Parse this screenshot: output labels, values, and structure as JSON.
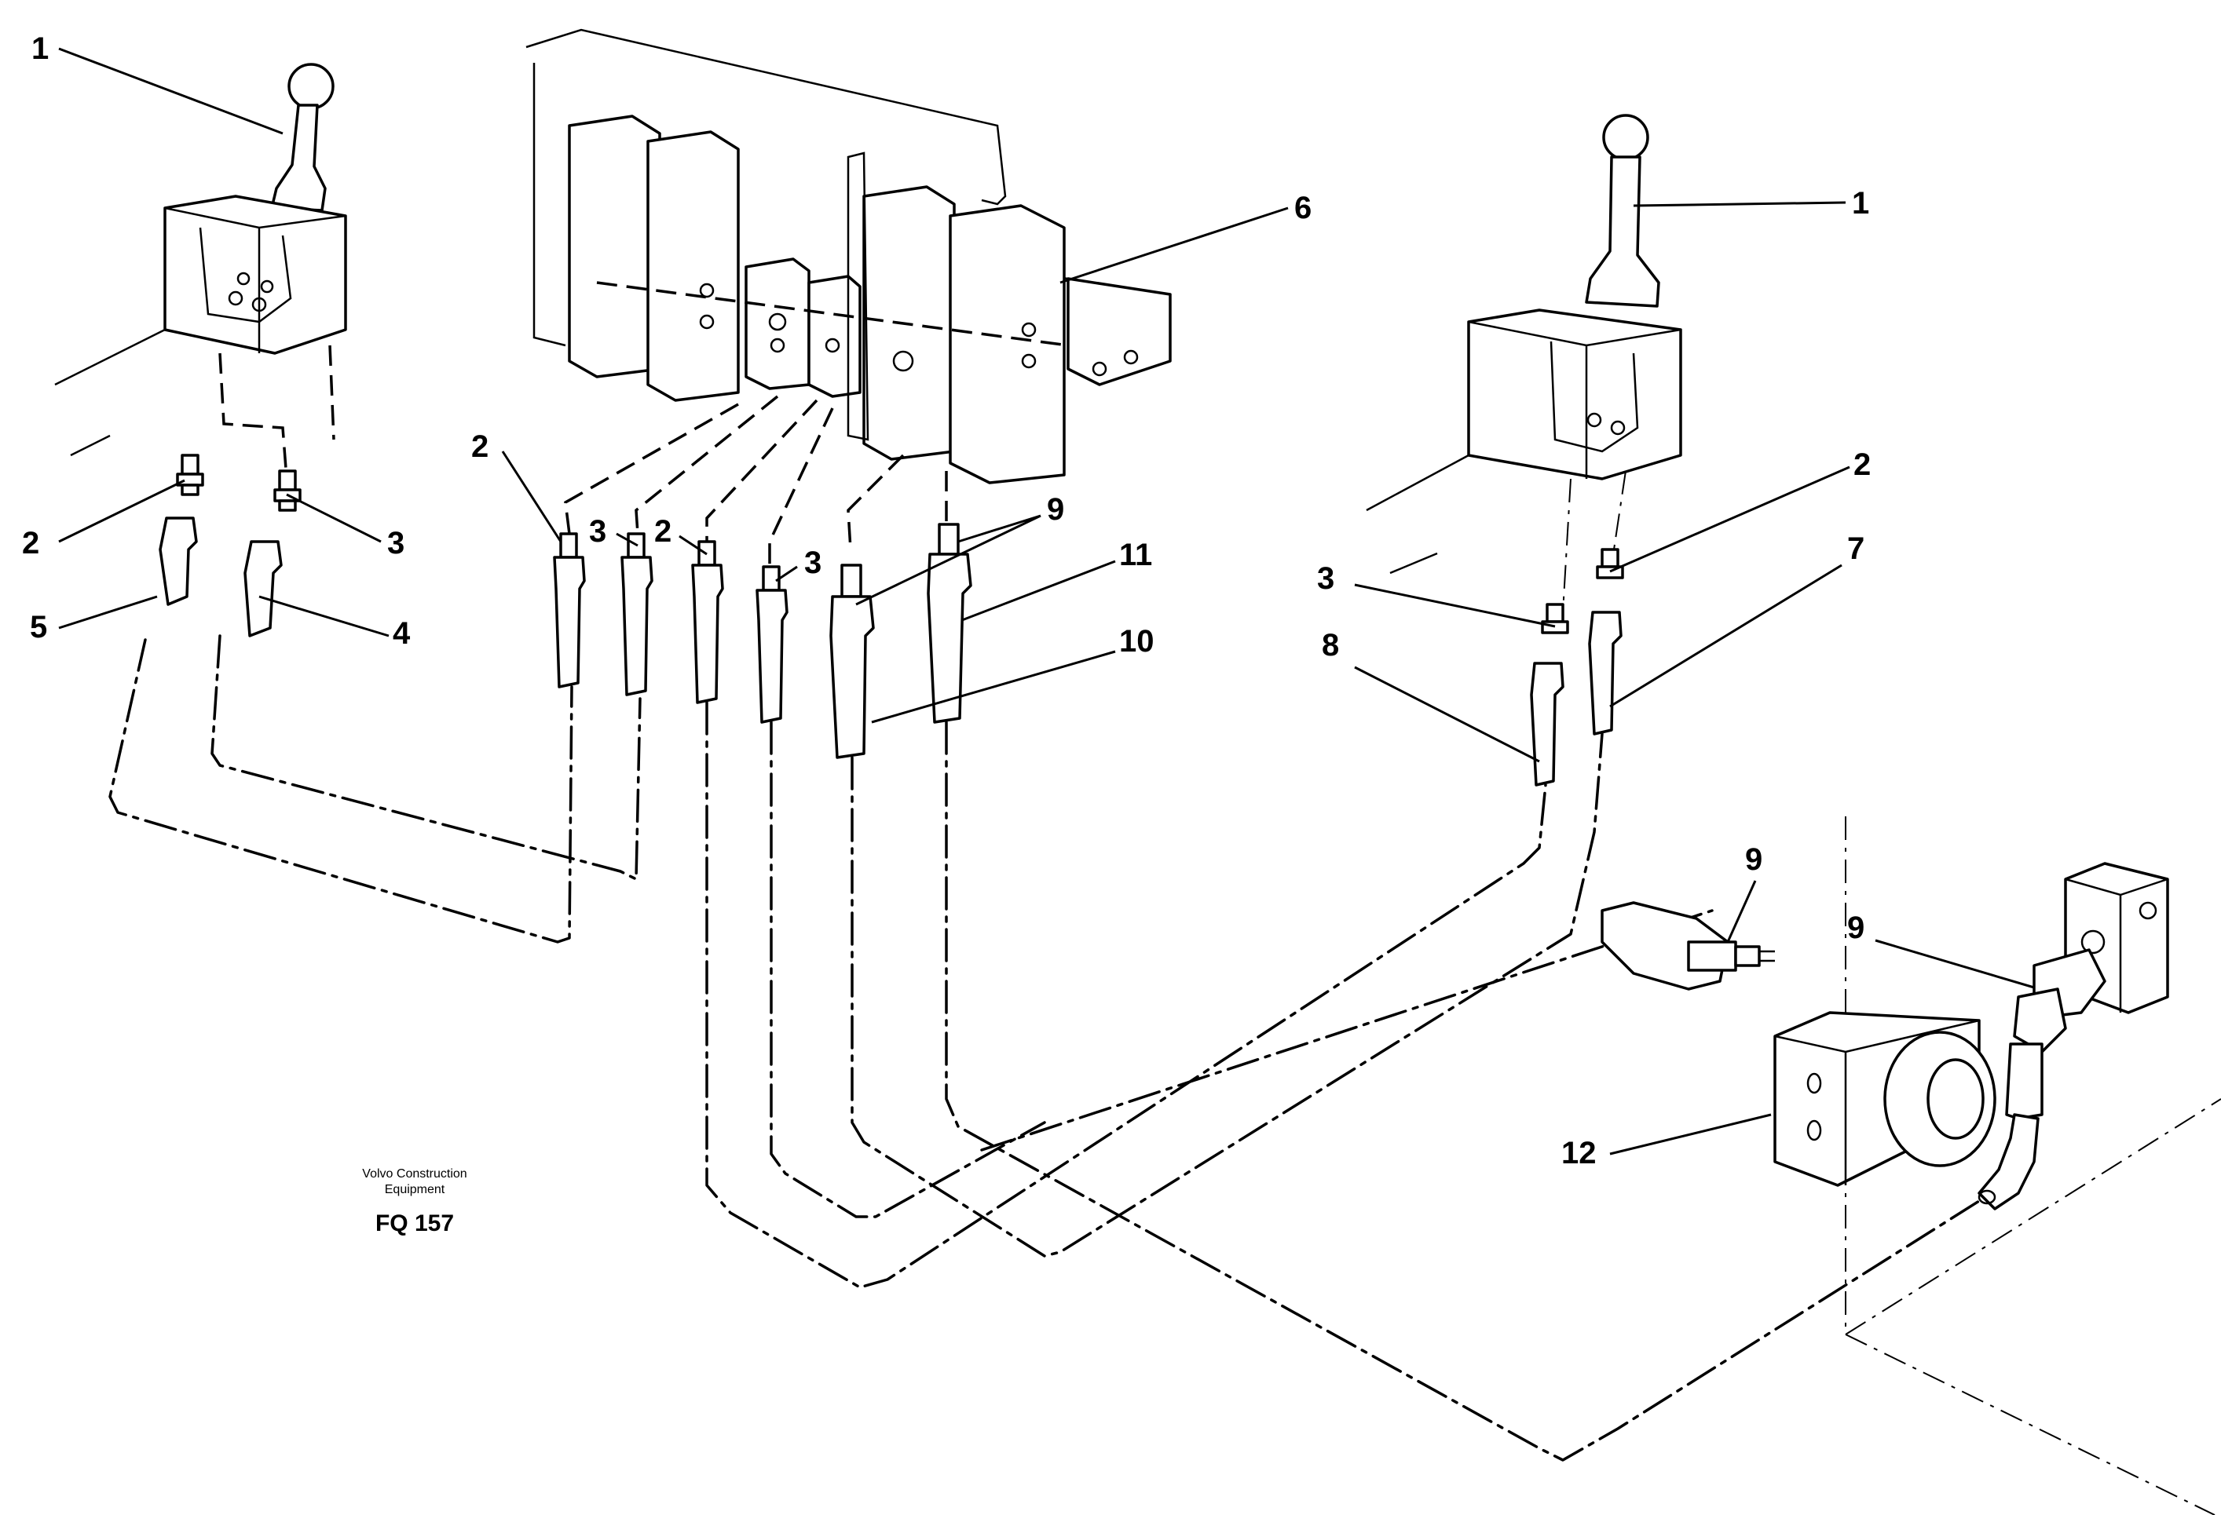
{
  "caption": {
    "company_line1": "Volvo Construction",
    "company_line2": "Equipment",
    "figure_code": "FQ 157"
  },
  "callouts": [
    {
      "id": "c1a",
      "label": "1"
    },
    {
      "id": "c1b",
      "label": "1"
    },
    {
      "id": "c2a",
      "label": "2"
    },
    {
      "id": "c2b",
      "label": "2"
    },
    {
      "id": "c2c",
      "label": "2"
    },
    {
      "id": "c2d",
      "label": "2"
    },
    {
      "id": "c3a",
      "label": "3"
    },
    {
      "id": "c3b",
      "label": "3"
    },
    {
      "id": "c3c",
      "label": "3"
    },
    {
      "id": "c3d",
      "label": "3"
    },
    {
      "id": "c4",
      "label": "4"
    },
    {
      "id": "c5",
      "label": "5"
    },
    {
      "id": "c6",
      "label": "6"
    },
    {
      "id": "c7",
      "label": "7"
    },
    {
      "id": "c8",
      "label": "8"
    },
    {
      "id": "c9a",
      "label": "9"
    },
    {
      "id": "c9b",
      "label": "9"
    },
    {
      "id": "c9c",
      "label": "9"
    },
    {
      "id": "c10",
      "label": "10"
    },
    {
      "id": "c11",
      "label": "11"
    },
    {
      "id": "c12",
      "label": "12"
    }
  ]
}
